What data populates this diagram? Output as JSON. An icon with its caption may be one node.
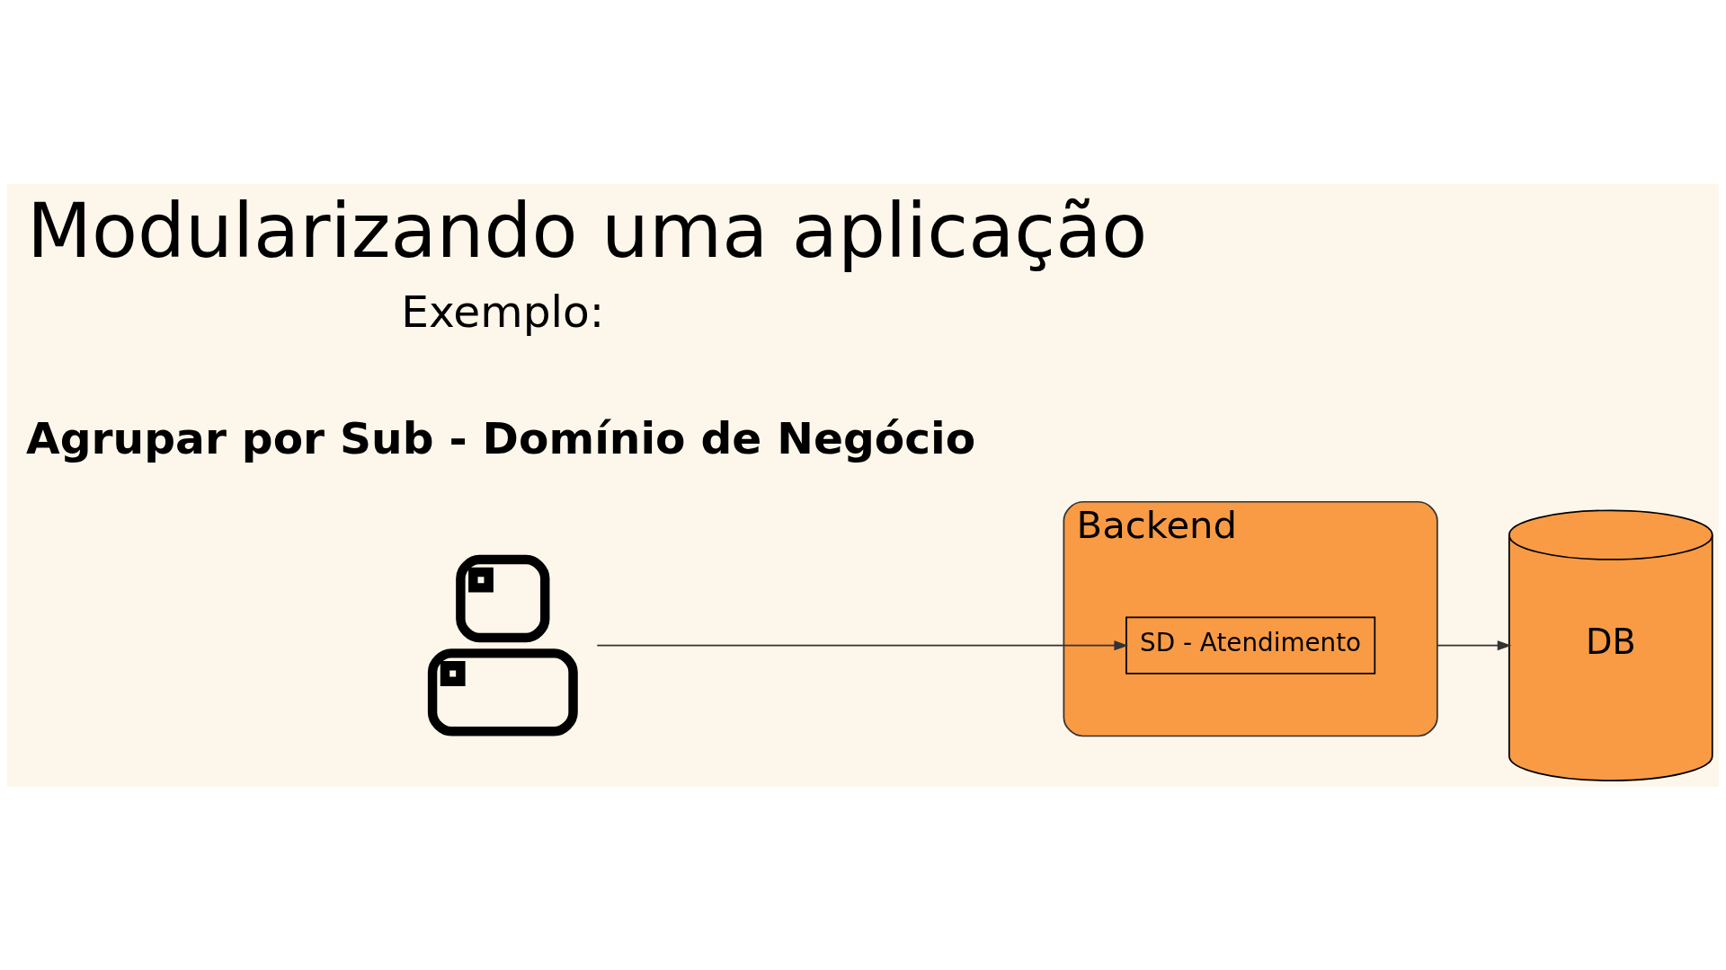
{
  "diagram": {
    "title": "Modularizando uma aplicação",
    "nodes": [
      {
        "text": [],
        "shape": "person"
      },
      {
        "text": [
          "Backend"
        ]
      },
      {
        "text": [
          "SD - Atendimento"
        ],
        "in": 1
      },
      {
        "text": [
          "DB"
        ]
      }
    ],
    "edges": [
      {
        "from": 0,
        "to": 2,
        "arrow": "to"
      },
      {
        "from": 1,
        "to": 3,
        "arrow": "to"
      }
    ],
    "labels": [
      "Exemplo:",
      "Agrupar por Sub - Domínio de Negócio"
    ]
  }
}
